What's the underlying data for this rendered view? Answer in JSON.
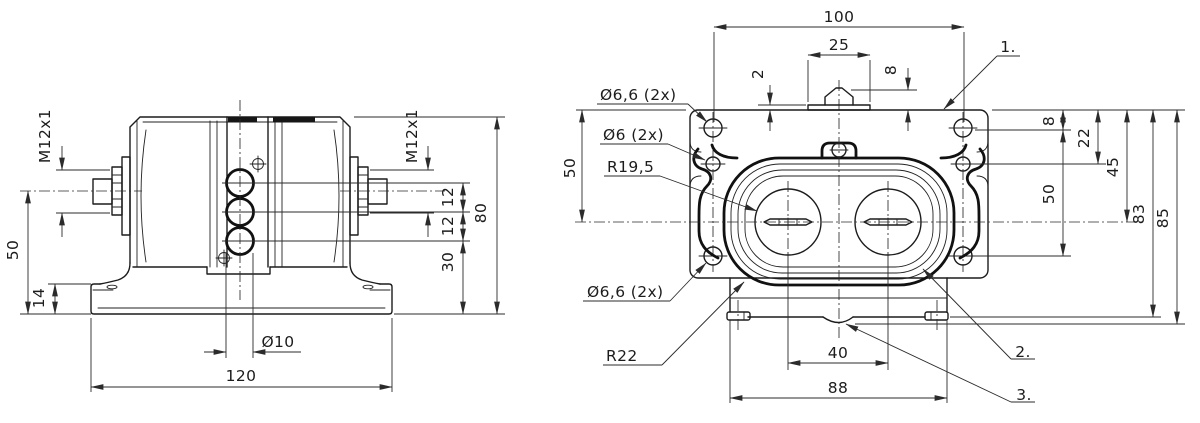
{
  "side_view": {
    "thread_label_left": "M12x1",
    "thread_label_right": "M12x1",
    "dim_height_50": "50",
    "dim_base_height_14": "14",
    "dim_port_spacing_upper_12": "12",
    "dim_port_spacing_lower_12": "12",
    "dim_bottom_port_30": "30",
    "dim_total_height_80": "80",
    "dim_port_diameter": "Ø10",
    "dim_base_width_120": "120"
  },
  "front_view": {
    "dim_hole_spacing_100": "100",
    "dim_boss_width_25": "25",
    "dim_plate_thickness_2": "2",
    "dim_boss_height_8": "8",
    "dim_edge_to_hole_8": "8",
    "dim_hole_22": "22",
    "dim_center_45": "45",
    "dim_hole_span_50": "50",
    "dim_left_50": "50",
    "dim_height_83": "83",
    "dim_height_85": "85",
    "dim_bore_spacing_40": "40",
    "dim_base_width_88": "88",
    "label_hole_top": "Ø6,6 (2x)",
    "label_hole_mid": "Ø6 (2x)",
    "label_radius_bore": "R19,5",
    "label_hole_bottom": "Ø6,6 (2x)",
    "label_radius_corner": "R22",
    "callout_1": "1.",
    "callout_2": "2.",
    "callout_3": "3."
  },
  "colors": {
    "line": "#1c1c1c",
    "dim_line": "#2b2b2b",
    "background": "#ffffff"
  }
}
